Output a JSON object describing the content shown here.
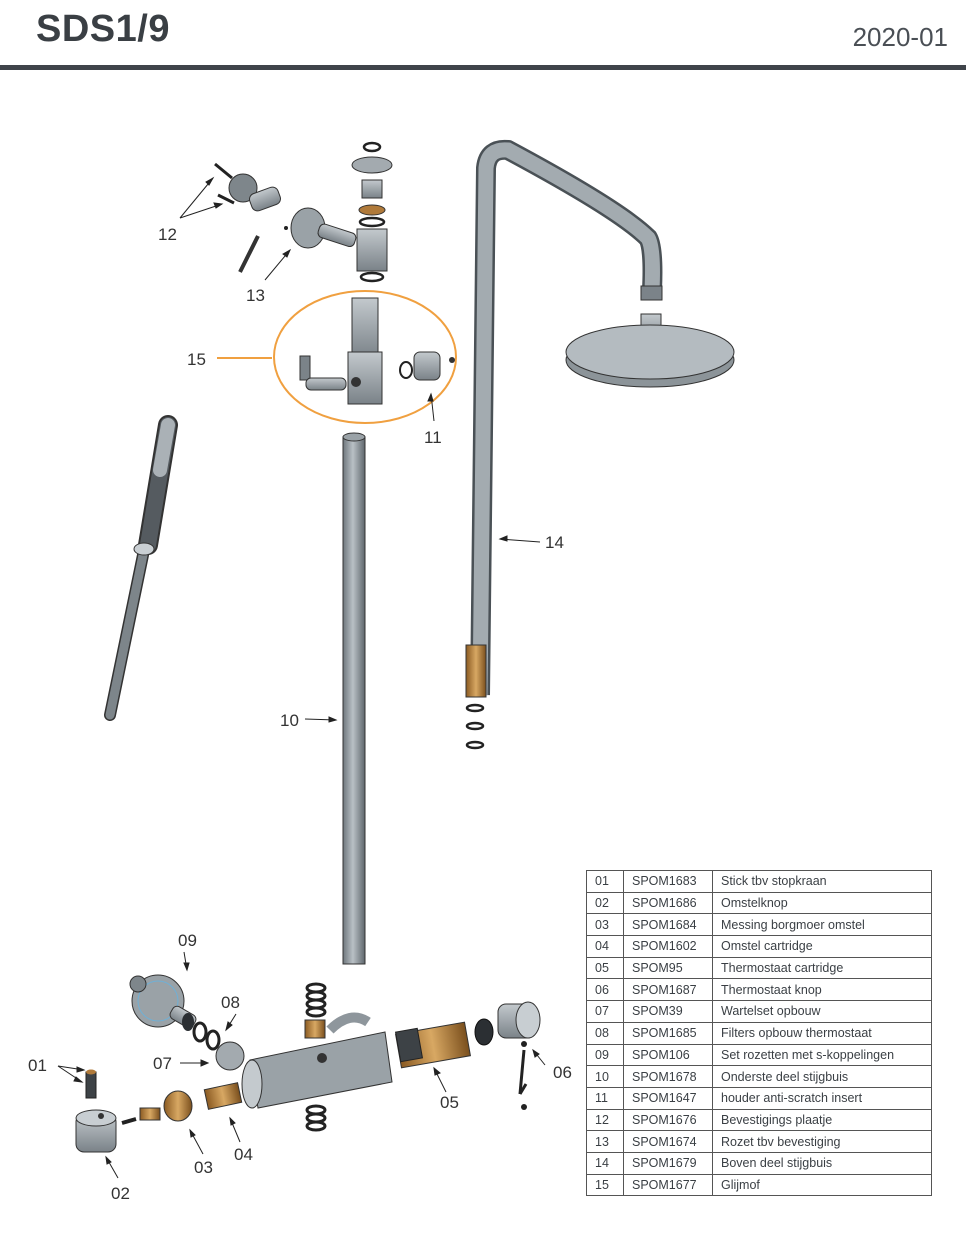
{
  "header": {
    "title": "SDS1/9",
    "date": "2020-01"
  },
  "callouts": [
    {
      "id": "c12",
      "label": "12"
    },
    {
      "id": "c13",
      "label": "13"
    },
    {
      "id": "c15",
      "label": "15"
    },
    {
      "id": "c11",
      "label": "11"
    },
    {
      "id": "c14",
      "label": "14"
    },
    {
      "id": "c10",
      "label": "10"
    },
    {
      "id": "c09",
      "label": "09"
    },
    {
      "id": "c08",
      "label": "08"
    },
    {
      "id": "c07",
      "label": "07"
    },
    {
      "id": "c01",
      "label": "01"
    },
    {
      "id": "c06",
      "label": "06"
    },
    {
      "id": "c05",
      "label": "05"
    },
    {
      "id": "c04",
      "label": "04"
    },
    {
      "id": "c03",
      "label": "03"
    },
    {
      "id": "c02",
      "label": "02"
    }
  ],
  "parts": [
    {
      "no": "01",
      "code": "SPOM1683",
      "desc": "Stick tbv stopkraan"
    },
    {
      "no": "02",
      "code": "SPOM1686",
      "desc": "Omstelknop"
    },
    {
      "no": "03",
      "code": "SPOM1684",
      "desc": "Messing borgmoer omstel"
    },
    {
      "no": "04",
      "code": "SPOM1602",
      "desc": "Omstel cartridge"
    },
    {
      "no": "05",
      "code": "SPOM95",
      "desc": "Thermostaat cartridge"
    },
    {
      "no": "06",
      "code": "SPOM1687",
      "desc": "Thermostaat knop"
    },
    {
      "no": "07",
      "code": "SPOM39",
      "desc": "Wartelset opbouw"
    },
    {
      "no": "08",
      "code": "SPOM1685",
      "desc": "Filters opbouw thermostaat"
    },
    {
      "no": "09",
      "code": "SPOM106",
      "desc": "Set rozetten met s-koppelingen"
    },
    {
      "no": "10",
      "code": "SPOM1678",
      "desc": "Onderste deel stijgbuis"
    },
    {
      "no": "11",
      "code": "SPOM1647",
      "desc": "houder anti-scratch insert"
    },
    {
      "no": "12",
      "code": "SPOM1676",
      "desc": "Bevestigings plaatje"
    },
    {
      "no": "13",
      "code": "SPOM1674",
      "desc": "Rozet tbv bevestiging"
    },
    {
      "no": "14",
      "code": "SPOM1679",
      "desc": "Boven deel stijgbuis"
    },
    {
      "no": "15",
      "code": "SPOM1677",
      "desc": "Glijmof"
    }
  ],
  "colors": {
    "accent": "#f0a040",
    "metal": "#8e969c",
    "brass": "#b07a3a"
  }
}
